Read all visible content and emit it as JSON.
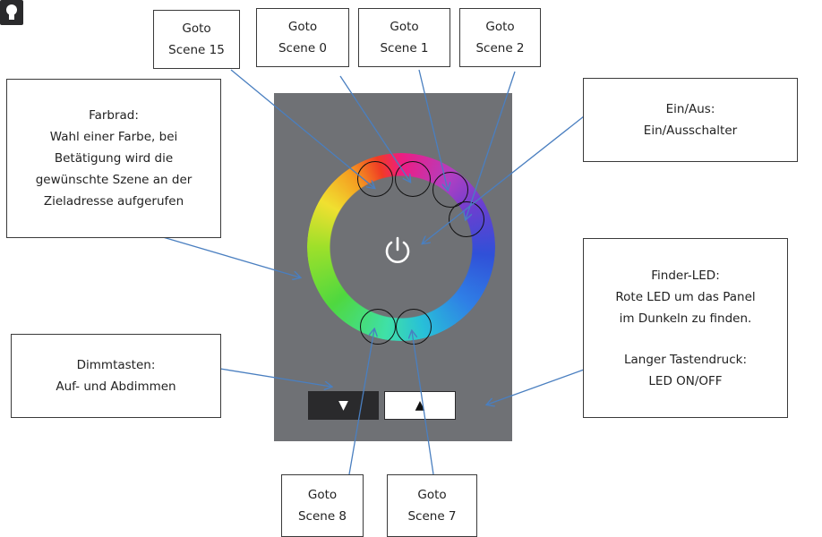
{
  "panel": {
    "dim_down_glyph": "▼",
    "dim_up_glyph": "▲",
    "power_icon": "power-icon",
    "led_icon": "lightbulb-icon",
    "wheel_colors": [
      "#f03c24",
      "#ee1d82",
      "#b03fc2",
      "#3050d8",
      "#28c0d8",
      "#4fd83f",
      "#f0e030",
      "#f5a021"
    ]
  },
  "callouts": {
    "scene15": {
      "line1": "Goto",
      "line2": "Scene 15"
    },
    "scene0": {
      "line1": "Goto",
      "line2": "Scene 0"
    },
    "scene1": {
      "line1": "Goto",
      "line2": "Scene 1"
    },
    "scene2": {
      "line1": "Goto",
      "line2": "Scene 2"
    },
    "scene8": {
      "line1": "Goto",
      "line2": "Scene 8"
    },
    "scene7": {
      "line1": "Goto",
      "line2": "Scene 7"
    },
    "farbrad": {
      "title": "Farbrad:",
      "lines": [
        "Wahl einer Farbe, bei",
        "Betätigung wird die",
        "gewünschte Szene an der",
        "Zieladresse aufgerufen"
      ]
    },
    "einaus": {
      "title": "Ein/Aus:",
      "line1": "Ein/Ausschalter"
    },
    "finder": {
      "title": "Finder-LED:",
      "line1": "Rote LED um das Panel",
      "line2": "im Dunkeln zu finden.",
      "line3": "Langer Tastendruck:",
      "line4": "LED ON/OFF"
    },
    "dimm": {
      "title": "Dimmtasten:",
      "line1": "Auf- und Abdimmen"
    }
  }
}
